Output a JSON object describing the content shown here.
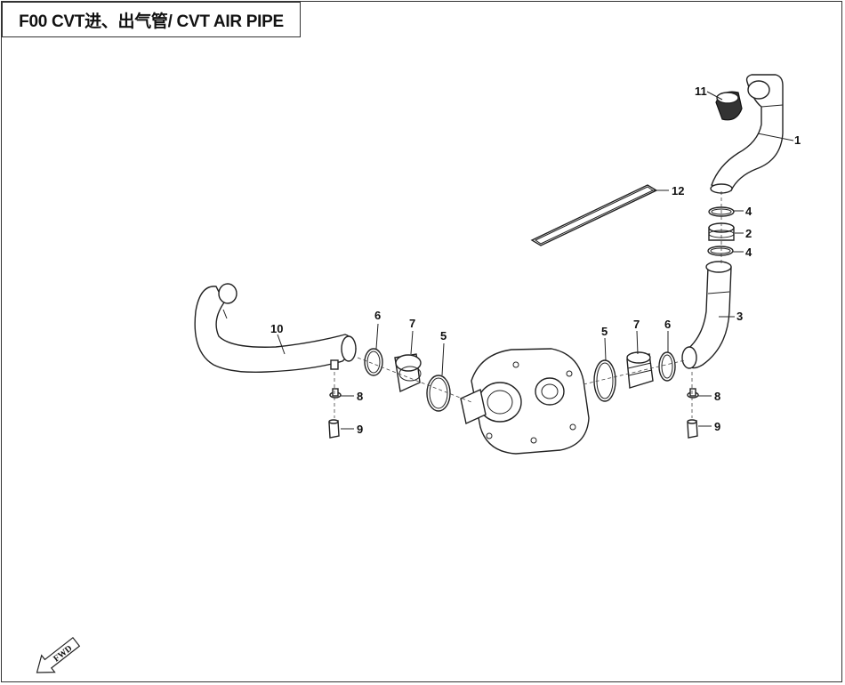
{
  "title": "F00 CVT进、出气管/ CVT AIR PIPE",
  "fwd_label": "FWD",
  "callouts": [
    "11",
    "1",
    "12",
    "4",
    "2",
    "4",
    "3",
    "6",
    "7",
    "5",
    "10",
    "5",
    "7",
    "6",
    "8",
    "8",
    "9",
    "9"
  ]
}
